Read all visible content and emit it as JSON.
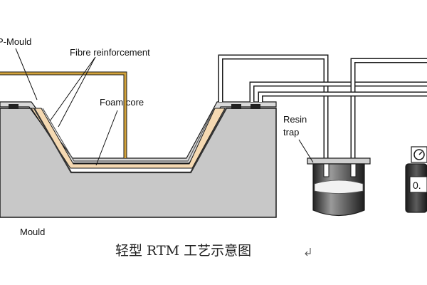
{
  "labels": {
    "p_mould": "P-Mould",
    "fibre": "Fibre reinforcement",
    "foam": "Foam core",
    "resin_trap_line1": "Resin",
    "resin_trap_line2": "trap",
    "mould": "Mould",
    "gauge_text": "0."
  },
  "caption": "轻型 RTM 工艺示意图",
  "colors": {
    "mould_block": "#c8c8c8",
    "flange": "#d9d9d9",
    "foam_core": "#f5d9b2",
    "resin_line": "#d2a23a",
    "pipe": "#ffffff",
    "outline": "#1a1a1a",
    "trap_fill": "#555555"
  }
}
